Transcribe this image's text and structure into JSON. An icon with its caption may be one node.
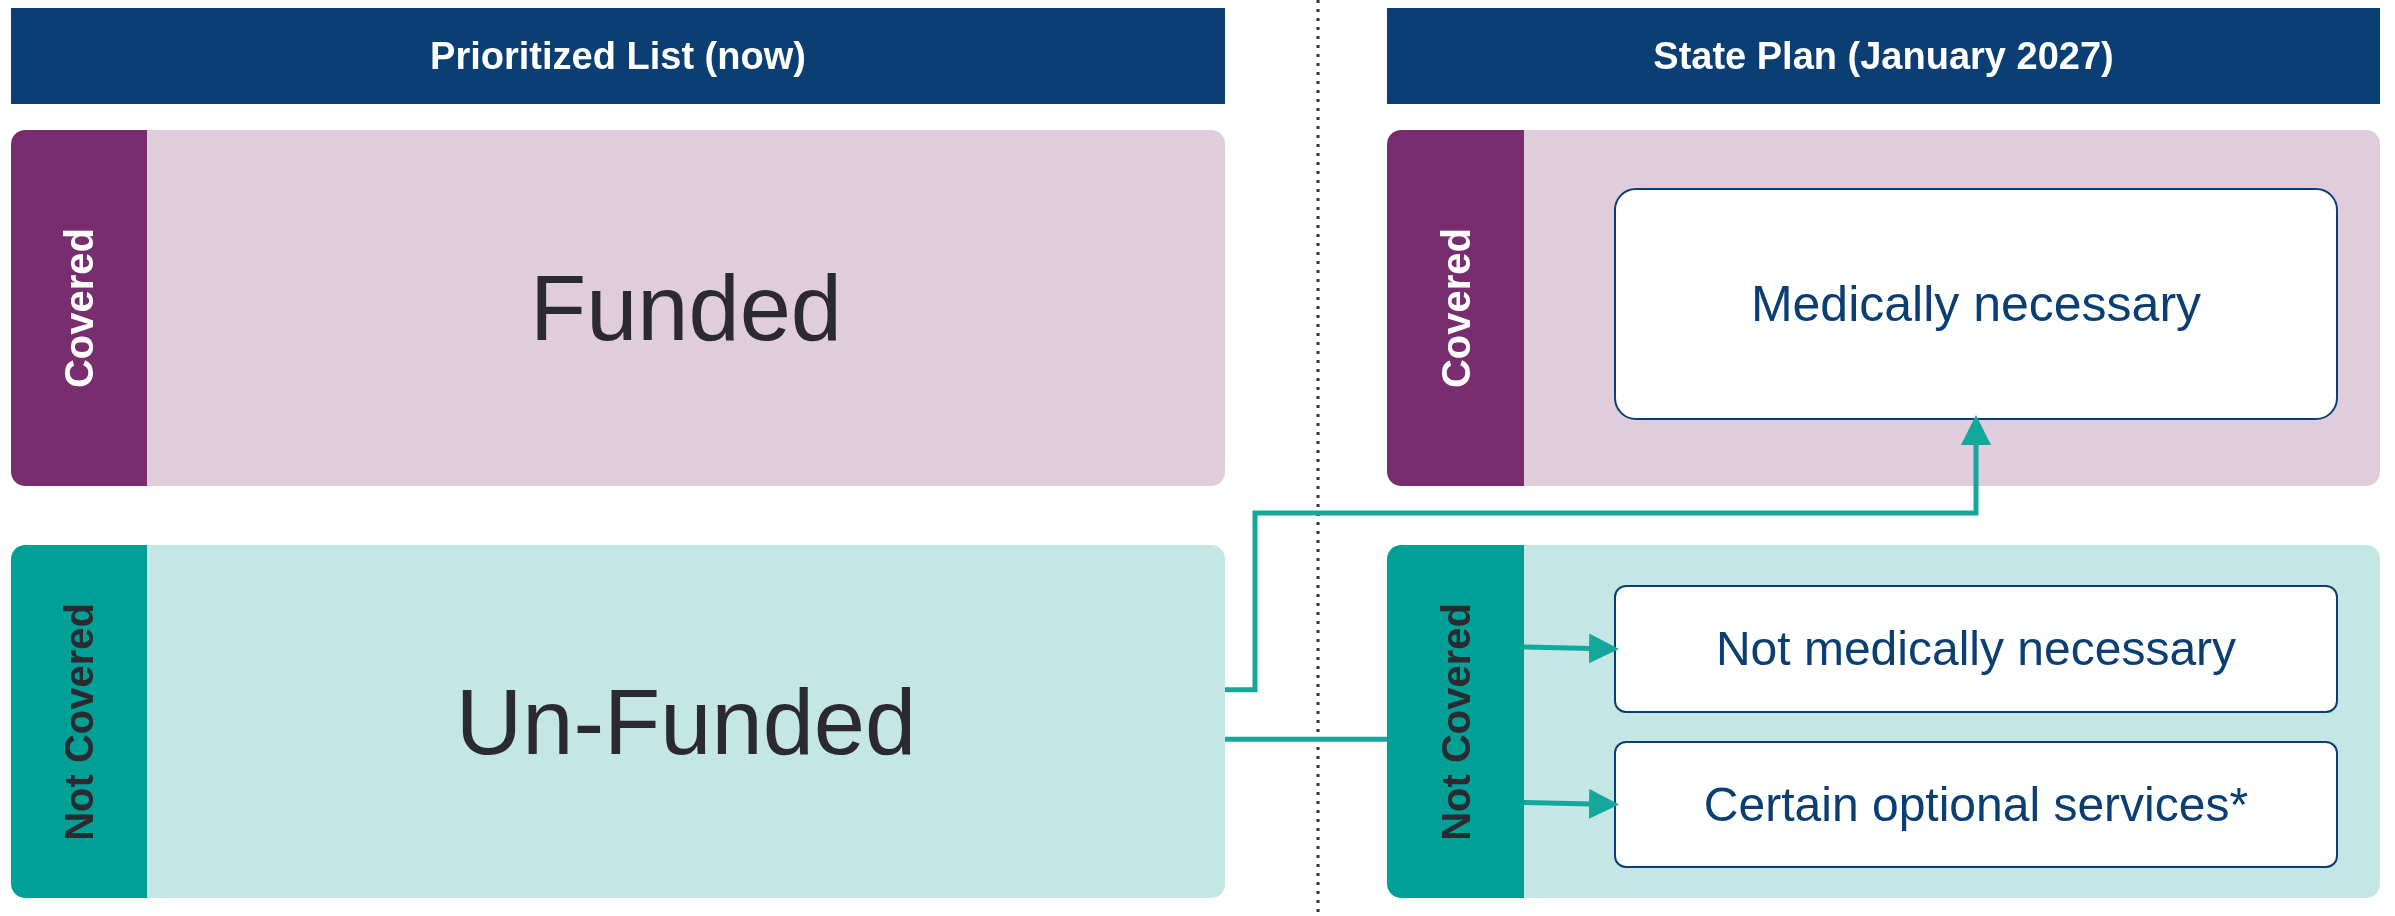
{
  "diagram": {
    "nodes": [
      {
        "text": [
          "Prioritized List (now)"
        ]
      },
      {
        "text": [
          "State Plan (January 2027)"
        ]
      },
      {
        "text": [
          "Funded"
        ]
      },
      {
        "text": [
          "Covered"
        ],
        "in": 2
      },
      {
        "text": [
          "Un-Funded"
        ]
      },
      {
        "text": [
          "Not Covered"
        ],
        "in": 4
      },
      {
        "text": [],
        "shape": "box"
      },
      {
        "text": [
          "Covered"
        ],
        "in": 6
      },
      {
        "text": [
          "Medically necessary"
        ],
        "in": 6
      },
      {
        "text": [],
        "shape": "box"
      },
      {
        "text": [
          "Not Covered"
        ],
        "in": 9
      },
      {
        "text": [
          "Not medically necessary"
        ],
        "in": 9
      },
      {
        "text": [
          "Certain optional services*"
        ],
        "in": 9
      }
    ],
    "edges": [
      {
        "from": 4,
        "to": 8,
        "arrow": "to"
      },
      {
        "from": 4,
        "to": 10,
        "arrow": "none"
      },
      {
        "from": 10,
        "to": 11,
        "arrow": "to"
      },
      {
        "from": 10,
        "to": 12,
        "arrow": "to"
      }
    ]
  }
}
